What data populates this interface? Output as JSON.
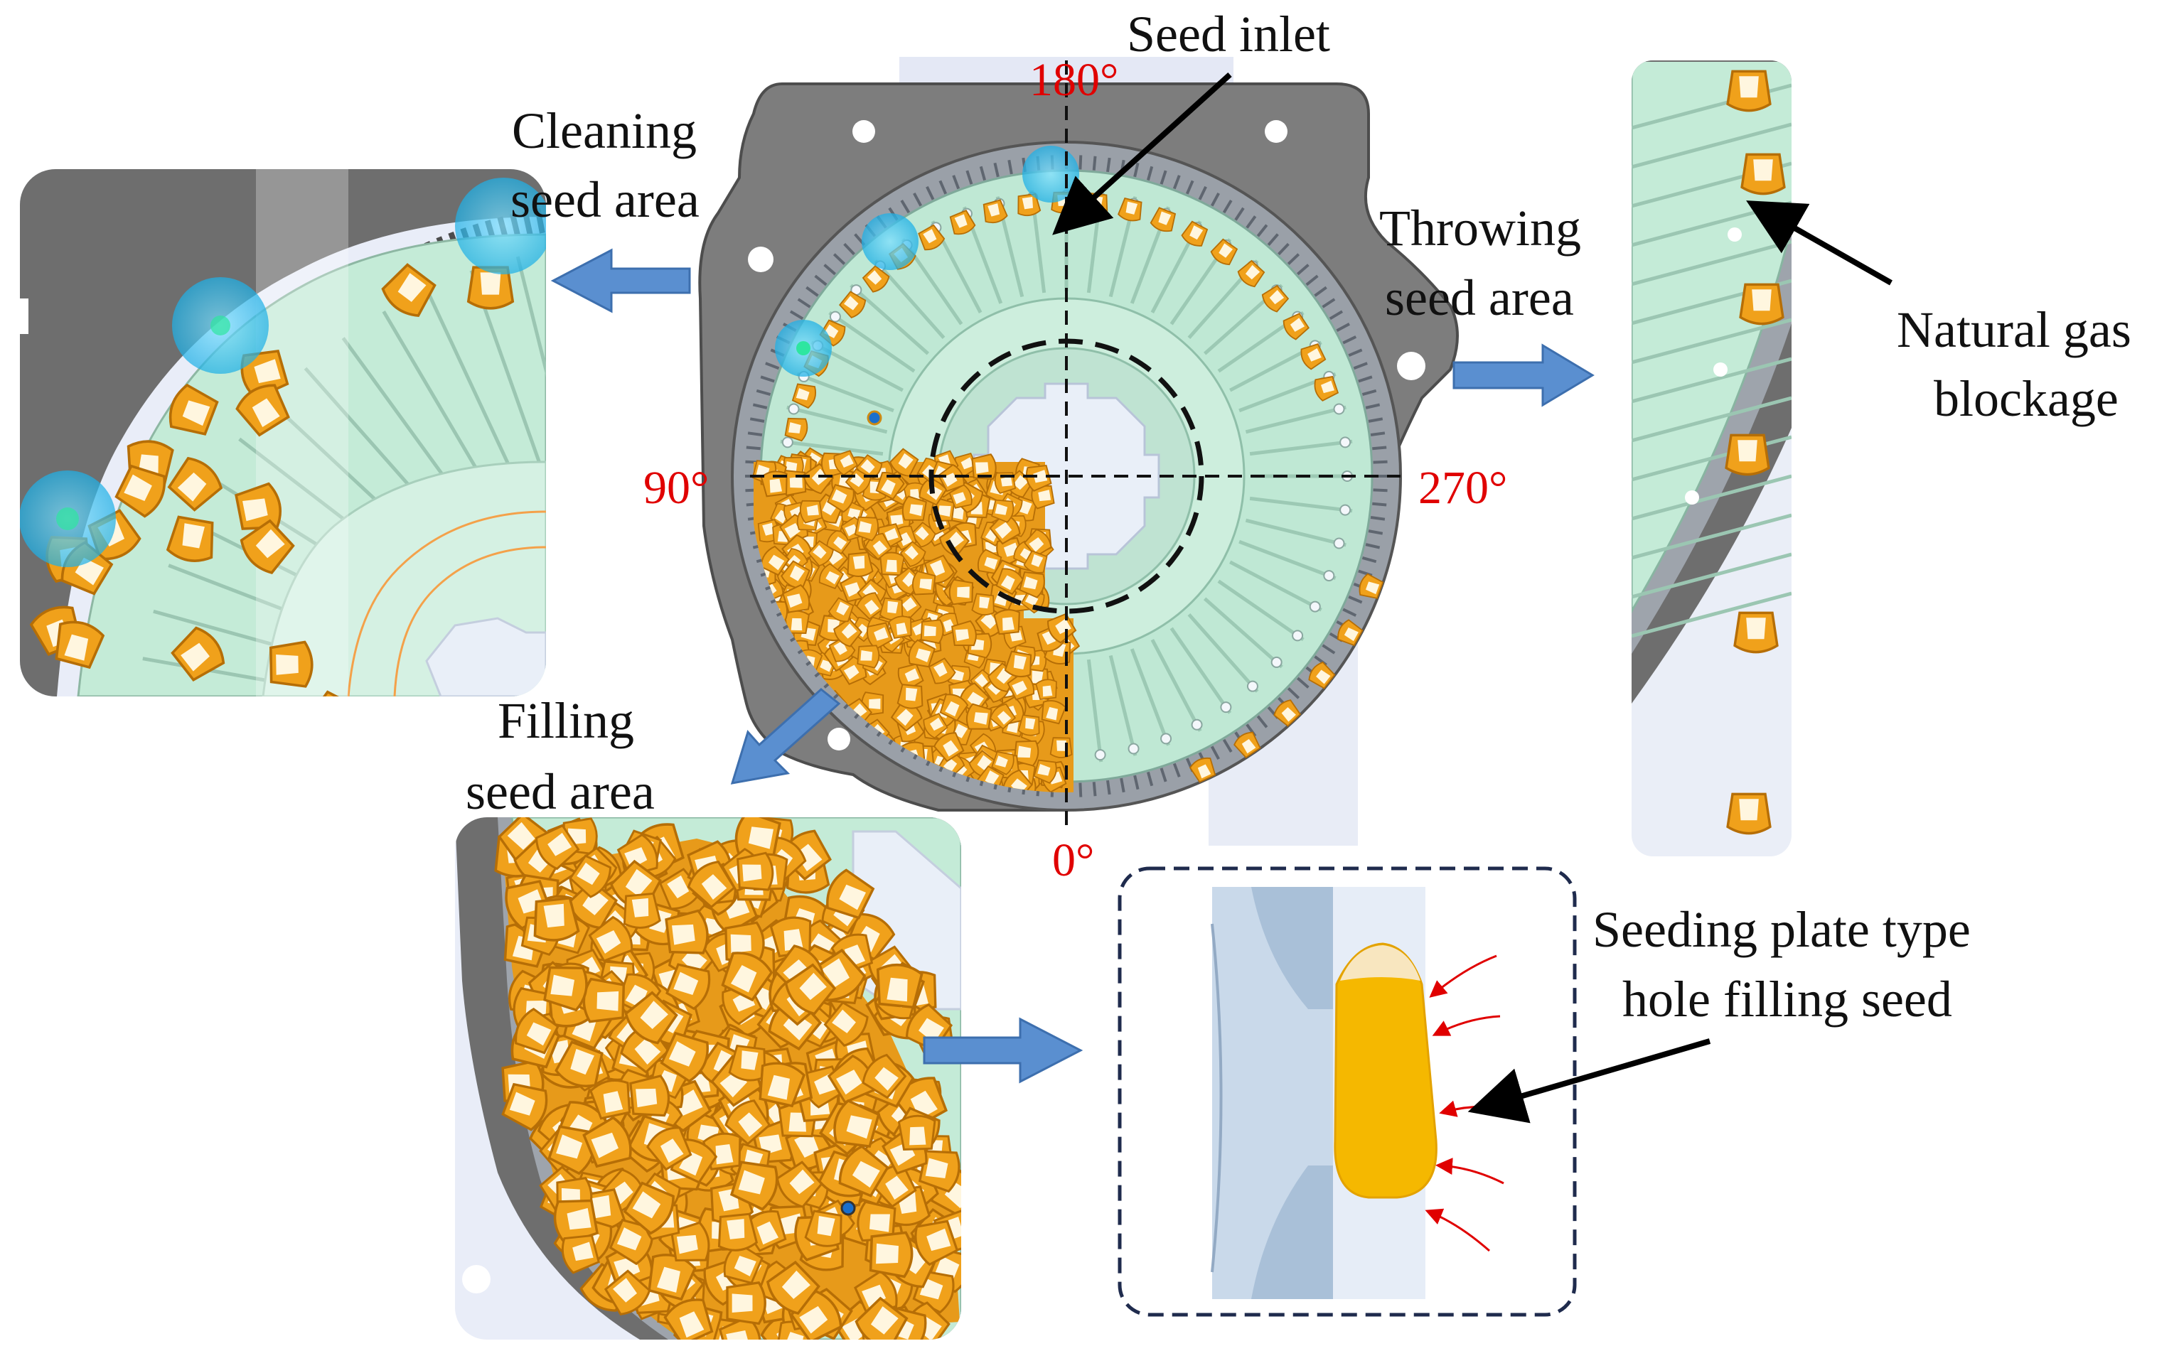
{
  "labels": {
    "seed_inlet": "Seed inlet",
    "cleaning_1": "Cleaning",
    "cleaning_2": "seed area",
    "throwing_1": "Throwing",
    "throwing_2": "seed area",
    "filling_1": "Filling",
    "filling_2": "seed area",
    "natural_1": "Natural gas",
    "natural_2": "blockage",
    "seeding_1": "Seeding plate type",
    "seeding_2": "hole filling seed"
  },
  "angles": {
    "top": "180°",
    "left": "90°",
    "right": "270°",
    "bottom": "0°"
  },
  "colors": {
    "plate_green": "#bfe8d4",
    "housing_gray": "#7d7d7d",
    "seed_orange": "#f2a31c",
    "bubble_cyan": "#35c3ee",
    "arrow_blue": "#5a8fd0",
    "angle_red": "#e00000"
  }
}
